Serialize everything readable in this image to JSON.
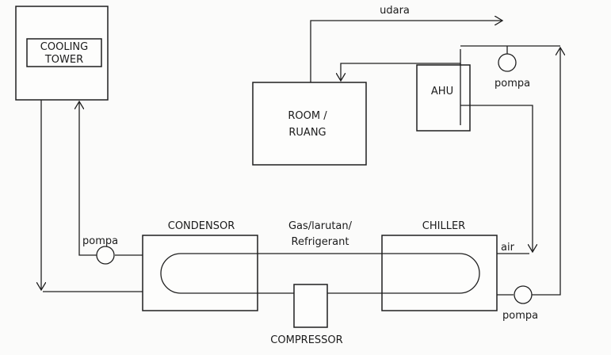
{
  "diagram": {
    "cooling_tower": [
      "COOLING",
      "TOWER"
    ],
    "room": [
      "ROOM /",
      "RUANG"
    ],
    "ahu": "AHU",
    "condensor": "CONDENSOR",
    "chiller": "CHILLER",
    "compressor": "COMPRESSOR",
    "refrigerant": [
      "Gas/larutan/",
      "Refrigerant"
    ],
    "udara": "udara",
    "air": "air",
    "pompa_ahu": "pompa",
    "pompa_condensor": "pompa",
    "pompa_chiller": "pompa"
  }
}
